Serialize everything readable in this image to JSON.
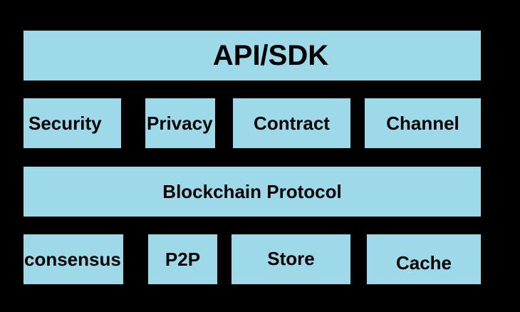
{
  "diagram": {
    "colors": {
      "background": "#000000",
      "box_fill": "#9ed9ea",
      "text": "#000000"
    },
    "layers": [
      {
        "name": "api",
        "blocks": [
          {
            "label": "API/SDK"
          }
        ]
      },
      {
        "name": "services",
        "blocks": [
          {
            "label": "Security"
          },
          {
            "label": "Privacy"
          },
          {
            "label": "Contract"
          },
          {
            "label": "Channel"
          }
        ]
      },
      {
        "name": "protocol",
        "blocks": [
          {
            "label": "Blockchain Protocol"
          }
        ]
      },
      {
        "name": "core",
        "blocks": [
          {
            "label": "consensus"
          },
          {
            "label": "P2P"
          },
          {
            "label": "Store"
          },
          {
            "label": "Cache"
          }
        ]
      }
    ]
  }
}
